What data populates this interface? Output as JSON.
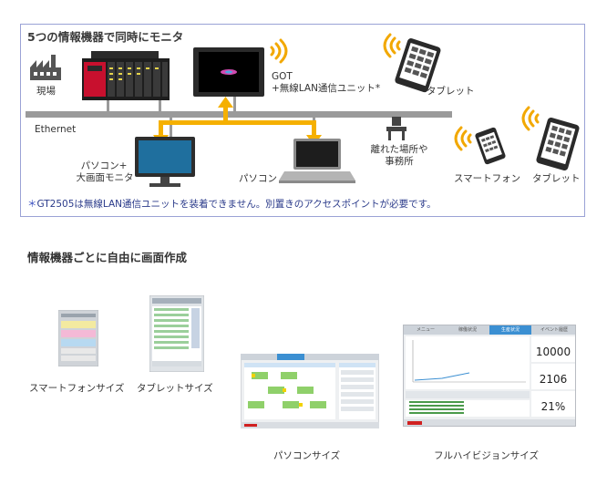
{
  "diagram": {
    "title": "5つの情報機器で同時にモニタ",
    "network_label": "Ethernet",
    "nodes": {
      "factory": "現場",
      "got_line1": "GOT",
      "got_line2": "+無線LAN通信ユニット*",
      "tablet_top": "タブレット",
      "pc_monitor_line1": "パソコン+",
      "pc_monitor_line2": "大画面モニタ",
      "laptop": "パソコン",
      "remote_line1": "離れた場所や",
      "remote_line2": "事務所",
      "smartphone": "スマートフォン",
      "tablet_right": "タブレット"
    },
    "footnote_star": "＊",
    "footnote": "GT2505は無線LAN通信ユニットを装着できません。別置きのアクセスポイントが必要です。"
  },
  "section2": {
    "title": "情報機器ごとに自由に画面作成",
    "captions": {
      "smartphone_size": "スマートフォンサイズ",
      "tablet_size": "タブレットサイズ",
      "pc_size": "パソコンサイズ",
      "fullhd_size": "フルハイビジョンサイズ"
    },
    "fullhd_screen": {
      "tabs": [
        "メニュー",
        "稼働状況",
        "生産状況",
        "イベント履歴"
      ],
      "values": [
        "10000",
        "2106",
        "21%"
      ]
    }
  },
  "colors": {
    "panel_border": "#9aa2d6",
    "network_line": "#9a9a9a",
    "arrow": "#f5b000",
    "wifi": "#f2a800",
    "footnote_text": "#2a3a8a"
  }
}
